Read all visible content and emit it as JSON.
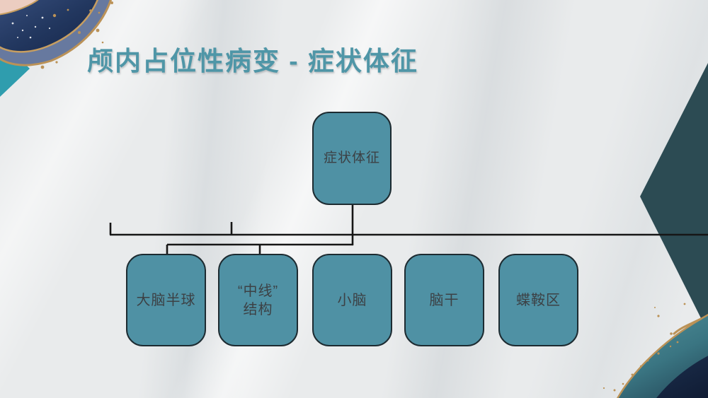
{
  "slide": {
    "title": "颅内占位性病变 - 症状体征"
  },
  "diagram": {
    "type": "hierarchy",
    "root": {
      "label": "症状体征"
    },
    "children": [
      {
        "label": "大脑半球"
      },
      {
        "label": "“中线”\n结构"
      },
      {
        "label": "小脑"
      },
      {
        "label": "脑干"
      },
      {
        "label": "蝶鞍区"
      }
    ]
  },
  "colors": {
    "title_accent": "#4f96a7",
    "node_fill": "#4f91a4",
    "node_border": "#1d2b31",
    "node_text": "#3c4145",
    "connector": "#161616",
    "background": "#e9ebec",
    "diamond_right": "#2c4b53",
    "diamond_left": "#2f9dae",
    "agate_navy": "#1d3153",
    "agate_slate": "#67799f",
    "agate_teal": "#4f919b",
    "gold": "#bb9257",
    "pink": "#eccdc1"
  }
}
